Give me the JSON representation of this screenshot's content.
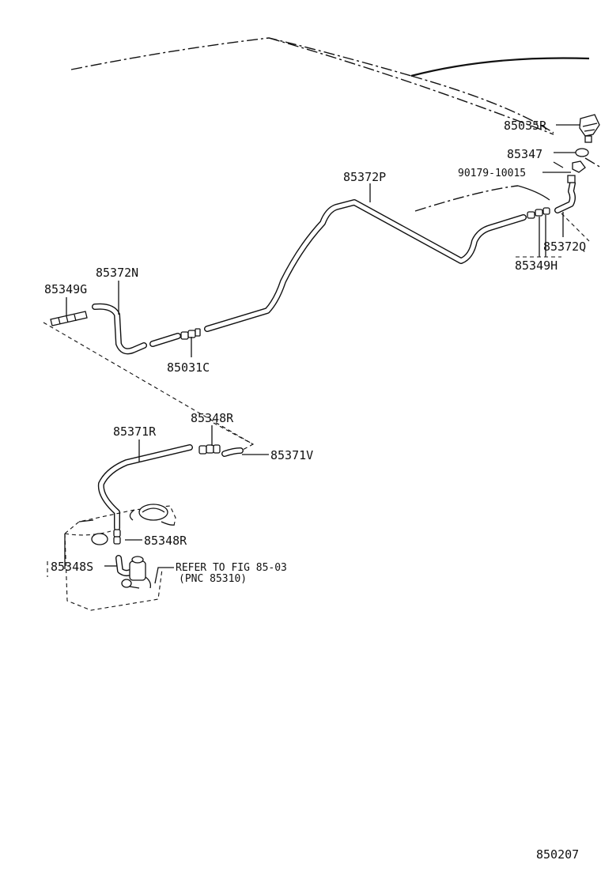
{
  "labels": {
    "p85035R": "85035R",
    "p85347": "85347",
    "p90179": "90179-10015",
    "p85372P": "85372P",
    "p85372Q": "85372Q",
    "p85349H": "85349H",
    "p85372N": "85372N",
    "p85349G": "85349G",
    "p85031C": "85031C",
    "p85348R_top": "85348R",
    "p85371R": "85371R",
    "p85371V": "85371V",
    "p85348R_low": "85348R",
    "p85348S": "85348S",
    "refer_line1": "REFER TO FIG 85-03",
    "refer_line2": "(PNC 85310)",
    "figure_number": "850207"
  }
}
